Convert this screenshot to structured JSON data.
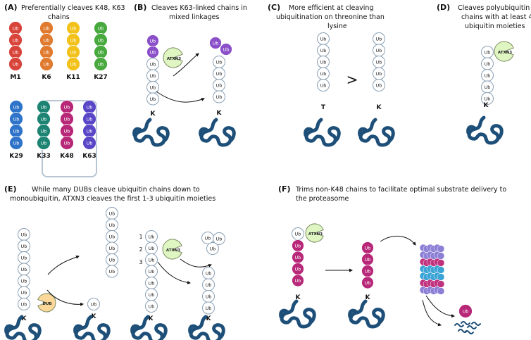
{
  "panels": {
    "A": {
      "label": "(A)",
      "title": [
        "Preferentially cleaves K48, K63",
        "chains"
      ],
      "chains": [
        {
          "name": "M1",
          "color": "#d9443a"
        },
        {
          "name": "K6",
          "color": "#e07a2e"
        },
        {
          "name": "K11",
          "color": "#f2c21b"
        },
        {
          "name": "K27",
          "color": "#48a93f"
        },
        {
          "name": "K29",
          "color": "#2f74c8"
        },
        {
          "name": "K33",
          "color": "#1d8474"
        },
        {
          "name": "K48",
          "color": "#b82878"
        },
        {
          "name": "K63",
          "color": "#5a47c8"
        }
      ]
    },
    "B": {
      "label": "(B)",
      "title": [
        "Cleaves K63-linked chains in",
        "mixed linkages"
      ]
    },
    "C": {
      "label": "(C)",
      "title": [
        "More efficient at cleaving",
        "ubiquitination on threonine than",
        "lysine"
      ],
      "residue_left": "T",
      "residue_right": "K",
      "comparator": ">"
    },
    "D": {
      "label": "(D)",
      "title": [
        "Cleaves polyubiquitin",
        "chains with at least 4",
        "ubiquitin moieties"
      ]
    },
    "E": {
      "label": "(E)",
      "title": [
        "While many DUBs cleave ubiquitin chains down to",
        "monoubiquitin, ATXN3 cleaves the first 1-3 ubiquitin moieties"
      ],
      "numbers": [
        "1",
        "2",
        "3"
      ]
    },
    "F": {
      "label": "(F)",
      "title": [
        "Trims non-K48 chains to facilitate optimal substrate delivery to",
        "the proteasome"
      ]
    }
  },
  "common": {
    "ub": "Ub",
    "atxn3": "ATXN3",
    "dub": "DUB",
    "lysine": "K"
  },
  "colors": {
    "k48": "#b82878",
    "k63": "#8a4fc9",
    "protein": "#1d4f79",
    "atxn3": "#dff5c2",
    "dub": "#fbd89a",
    "proteasome_a": "#8b7fd6",
    "proteasome_b": "#3aa3d6",
    "proteasome_c": "#c0317e"
  }
}
